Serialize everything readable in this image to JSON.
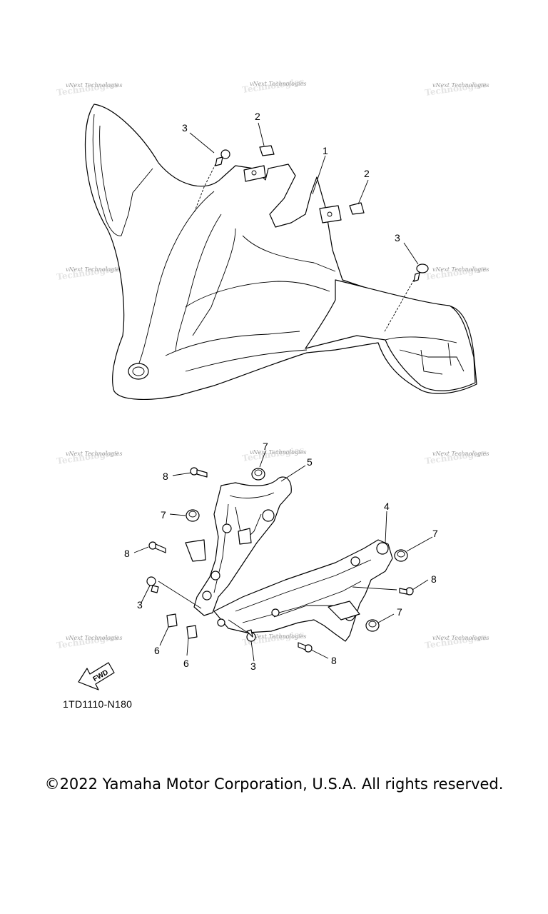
{
  "callouts": {
    "c1": "1",
    "c2a": "2",
    "c2b": "2",
    "c3a": "3",
    "c3b": "3",
    "c3c": "3",
    "c3d": "3",
    "c4": "4",
    "c5": "5",
    "c6a": "6",
    "c6b": "6",
    "c7a": "7",
    "c7b": "7",
    "c7c": "7",
    "c7d": "7",
    "c8a": "8",
    "c8b": "8",
    "c8c": "8",
    "c8d": "8"
  },
  "watermark": {
    "text": "vNext Technologies"
  },
  "fwd_label": "FWD",
  "reference_code": "1TD1110-N180",
  "copyright": "©2022 Yamaha Motor Corporation, U.S.A. All rights reserved."
}
